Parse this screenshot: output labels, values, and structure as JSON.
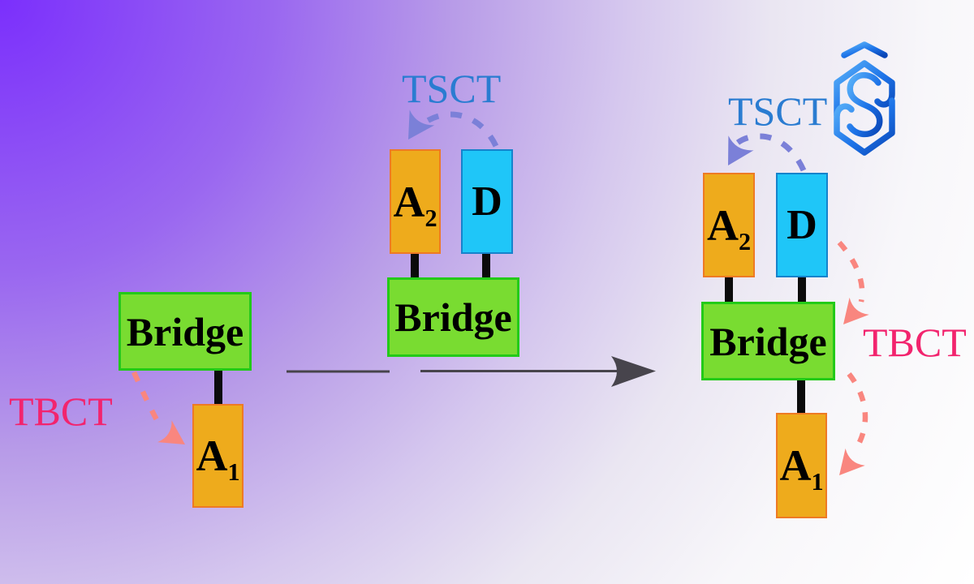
{
  "scheme": {
    "reactant_left": {
      "bridge_label": "Bridge",
      "acceptor_main": "A",
      "acceptor_sub": "1",
      "transfer_label": "TBCT"
    },
    "reactant_middle": {
      "bridge_label": "Bridge",
      "acceptor_main": "A",
      "acceptor_sub": "2",
      "donor_label": "D",
      "transfer_label": "TSCT"
    },
    "product_right": {
      "bridge_label": "Bridge",
      "acceptor_top_main": "A",
      "acceptor_top_sub": "2",
      "acceptor_bottom_main": "A",
      "acceptor_bottom_sub": "1",
      "donor_label": "D",
      "transfer_label_top": "TSCT",
      "transfer_label_right": "TBCT"
    }
  },
  "icons": {
    "logo": "s-hexagon-logo",
    "reaction_arrow": "right-arrow",
    "tsct_arrows": "dashed-curved-arrow",
    "tbct_arrows": "dashed-curved-arrow"
  },
  "colors": {
    "background_start": "#7b2ffc",
    "background_end": "#ffffff",
    "bridge_fill": "#79dc31",
    "bridge_border": "#23ca18",
    "acceptor_fill": "#eeab1c",
    "acceptor_border": "#ee7a24",
    "donor_fill": "#1fc6f8",
    "donor_border": "#1583cc",
    "tsct_text": "#2a7cd1",
    "tsct_arrow": "#7b80d8",
    "tbct_text": "#f2246e",
    "tbct_arrow": "#f9867f",
    "reaction_arrow": "#47444c",
    "connector": "#0b0b0b",
    "logo_gradient_top": "#5ab2f9",
    "logo_gradient_bottom": "#0a46b6"
  }
}
